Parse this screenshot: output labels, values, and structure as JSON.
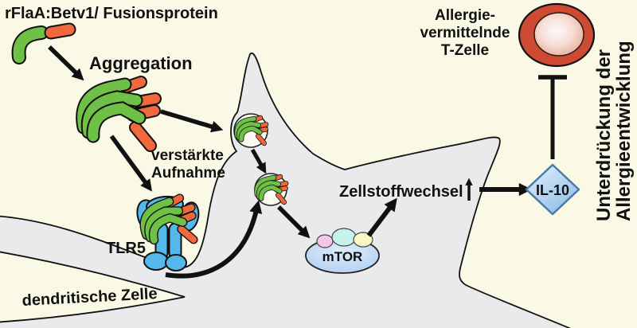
{
  "labels": {
    "title": "rFlaA:Betv1/ Fusionsprotein",
    "aggregation": "Aggregation",
    "uptake_line1": "verstärkte",
    "uptake_line2": "Aufnahme",
    "receptor": "TLR5",
    "cell": "dendritische Zelle",
    "metabolism": "Zellstoffwechsel",
    "complex": "mTOR",
    "cytokine": "IL-10",
    "tcell_line1": "Allergie-",
    "tcell_line2": "vermittelnde",
    "tcell_line3": "T-Zelle",
    "suppression_line1": "Unterdrückung der",
    "suppression_line2": "Allergieentwicklung"
  },
  "colors": {
    "background": "#FAF9E6",
    "cell_fill": "#E9EAEC",
    "outline": "#111111",
    "protein_green": "#6EC046",
    "protein_orange": "#F1683C",
    "receptor_blue": "#55B8EA",
    "mtor_blue": "#AACBEF",
    "il10_blue": "#9AC4EE",
    "tcell_red": "#CE4A33",
    "accent_pink": "#F7C5EB",
    "accent_cyan": "#C6F2EB",
    "accent_yellow": "#FAF6C6"
  }
}
